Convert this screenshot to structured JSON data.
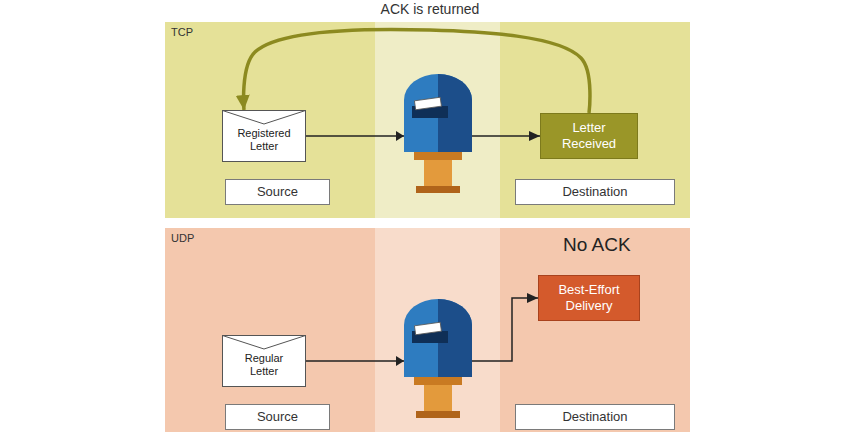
{
  "diagram": {
    "nodes": [
      {
        "text": [
          "TCP"
        ]
      },
      {
        "text": [
          "Registered Letter"
        ],
        "in": 0
      },
      {
        "text": [
          "Letter Received"
        ],
        "in": 0
      },
      {
        "text": [
          "Source"
        ],
        "in": 0
      },
      {
        "text": [
          "Destination"
        ],
        "in": 0
      },
      {
        "text": [
          "UDP"
        ]
      },
      {
        "text": [
          "Regular Letter"
        ],
        "in": 5
      },
      {
        "text": [
          "Best-Effort Delivery"
        ],
        "in": 5
      },
      {
        "text": [
          "Source"
        ],
        "in": 5
      },
      {
        "text": [
          "Destination"
        ],
        "in": 5
      }
    ],
    "edges": [
      {
        "from": 2,
        "to": 1,
        "label": "ACK is returned",
        "arrow": "to"
      },
      {
        "from": 1,
        "to": 2,
        "arrow": "to"
      },
      {
        "from": 6,
        "to": 7,
        "arrow": "to"
      }
    ],
    "labels": [
      "No ACK"
    ]
  }
}
